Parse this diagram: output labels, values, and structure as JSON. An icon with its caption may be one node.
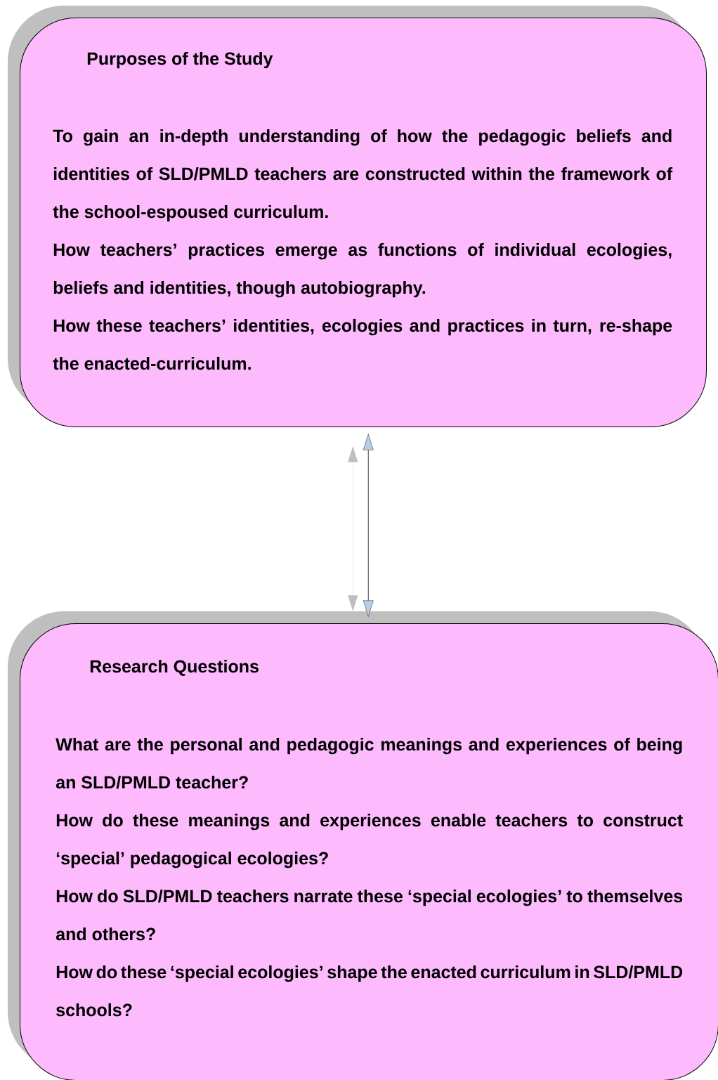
{
  "diagram": {
    "nodes": [
      {
        "text": [
          "Purposes of the Study",
          "To gain an in-depth understanding of how the pedagogic beliefs and identities of SLD/PMLD teachers are constructed within the framework of the school-espoused curriculum.",
          "How teachers’ practices emerge as functions of individual ecologies, beliefs and identities, though autobiography.",
          "How these teachers’ identities, ecologies and practices in turn, re-shape the enacted-curriculum."
        ]
      },
      {
        "text": [
          "Research Questions",
          "What are the personal and pedagogic meanings and experiences of being an SLD/PMLD teacher?",
          "How do these meanings and experiences enable teachers to construct ‘special’ pedagogical ecologies?",
          "How do SLD/PMLD teachers narrate these ‘special ecologies’ to themselves and others?",
          "How do these ‘special ecologies’ shape the enacted curriculum in SLD/PMLD schools?"
        ]
      }
    ],
    "edges": [
      {
        "from": 0,
        "to": 1,
        "arrow": "both"
      }
    ]
  }
}
